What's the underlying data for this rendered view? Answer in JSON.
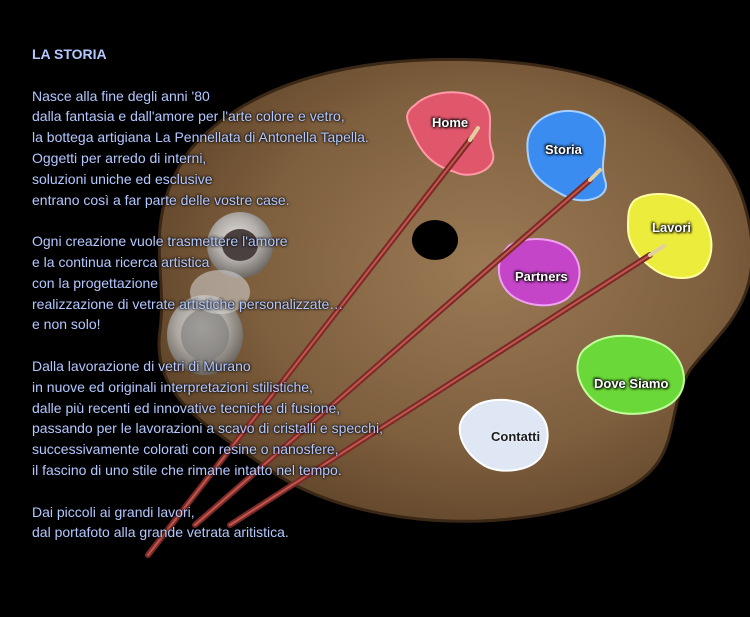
{
  "story": {
    "title": "LA STORIA",
    "paragraphs": [
      [
        "Nasce alla fine degli anni '80",
        "dalla fantasia e dall'amore per l'arte colore e vetro,",
        "la bottega artigiana La Pennellata di Antonella Tapella.",
        "Oggetti per arredo di interni,",
        "soluzioni uniche ed esclusive",
        "entrano così a far parte delle vostre case."
      ],
      [
        "Ogni creazione vuole trasmettere l'amore",
        "e la continua ricerca artistica",
        "con la progettazione",
        "realizzazione di vetrate artistiche personalizzate…",
        "e non solo!"
      ],
      [
        "Dalla lavorazione di vetri di Murano",
        "in nuove ed originali interpretazioni stilistiche,",
        "dalle più recenti ed innovative tecniche di fusione,",
        "passando per le lavorazioni a scavo di cristalli e specchi,",
        "successivamente colorati con resine o nanosfere,",
        "il fascino di uno stile che rimane intatto nel tempo."
      ],
      [
        "Dai piccoli ai grandi lavori,",
        "dal portafoto alla grande vetrata aritistica."
      ]
    ]
  },
  "nav": {
    "home": "Home",
    "storia": "Storia",
    "lavori": "Lavori",
    "partners": "Partners",
    "dove_siamo": "Dove Siamo",
    "contatti": "Contatti"
  },
  "colors": {
    "background": "#000000",
    "text": "#b3c8ff",
    "palette_wood": "#8a6a46",
    "home_blob": "#e0566a",
    "storia_blob": "#3a8cf0",
    "lavori_blob": "#ecec3c",
    "partners_blob": "#c445c8",
    "dove_siamo_blob": "#6ad838",
    "contatti_blob": "#dfe7f4"
  }
}
